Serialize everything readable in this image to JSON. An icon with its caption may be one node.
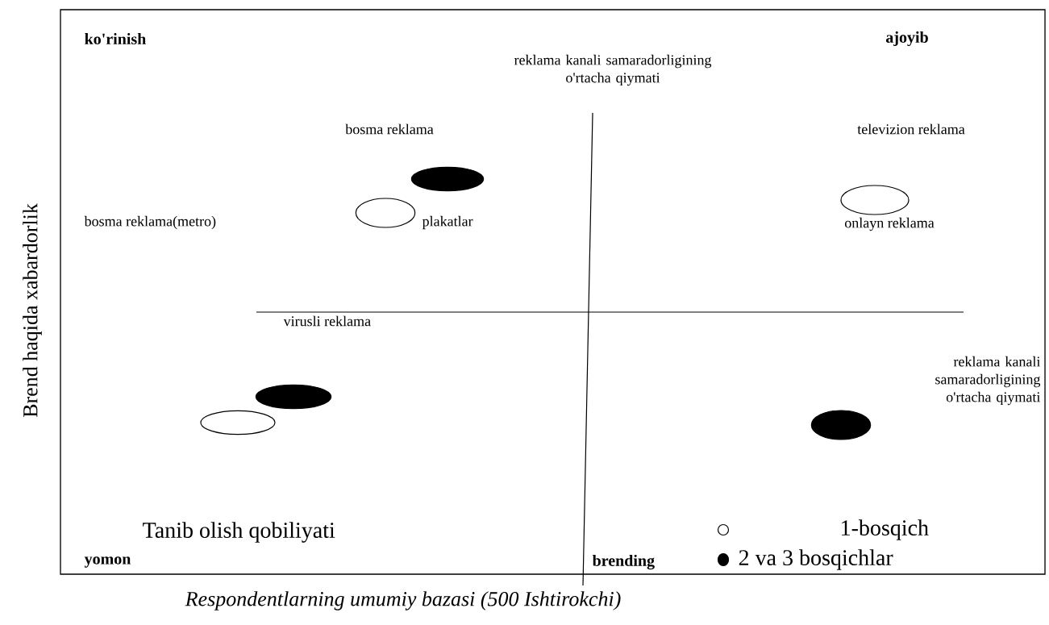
{
  "diagram": {
    "nodes": [
      {
        "text": [],
        "shape": "ellipse"
      },
      {
        "text": [],
        "shape": "ellipse"
      },
      {
        "text": [],
        "shape": "ellipse"
      },
      {
        "text": [],
        "shape": "ellipse"
      },
      {
        "text": [],
        "shape": "ellipse"
      },
      {
        "text": [],
        "shape": "ellipse"
      }
    ],
    "labels": [
      "ko'rinish",
      "reklama kanali samaradorligining o'rtacha qiymati",
      "ajoyib",
      "bosma reklama",
      "televizion reklama",
      "bosma reklama(metro)",
      "plakatlar",
      "onlayn reklama",
      "virusli reklama",
      "reklama kanali samaradorligining o'rtacha qiymati",
      "yomon",
      "Tanib olish qobiliyati",
      "brending",
      "Brend haqida xabardorlik",
      "Respondentlarning umumiy bazasi (500 Ishtirokchi)"
    ],
    "legend": [
      {
        "text": "1-bosqich"
      },
      {
        "text": "2 va 3 bosqichlar"
      }
    ]
  }
}
